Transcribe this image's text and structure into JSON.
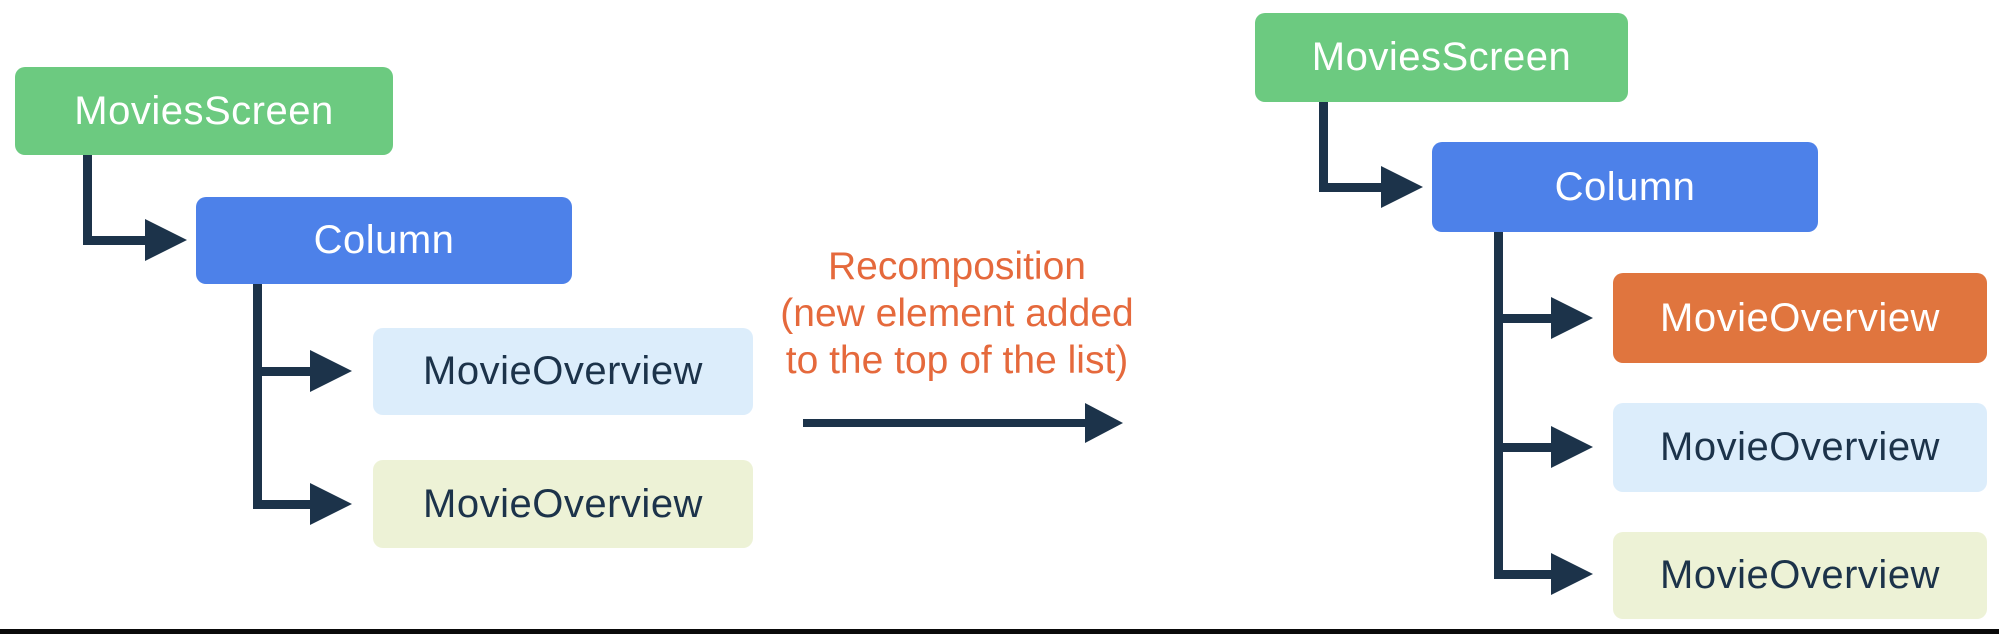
{
  "colors": {
    "green": "#6CCA80",
    "blue": "#4D81E9",
    "light_blue": "#DCEDFB",
    "light_yellow": "#EDF2D6",
    "orange": "#E0753E",
    "connector_navy": "#1C334A",
    "caption_orange": "#E5693C",
    "bottom_rule_black": "#0A0A0A"
  },
  "left_tree": {
    "root_label": "MoviesScreen",
    "column_label": "Column",
    "children": [
      {
        "label": "MovieOverview",
        "variant": "light-blue"
      },
      {
        "label": "MovieOverview",
        "variant": "light-yellow"
      }
    ]
  },
  "caption": {
    "line1": "Recomposition",
    "line2": "(new element added",
    "line3": "to the top of the list)"
  },
  "right_tree": {
    "root_label": "MoviesScreen",
    "column_label": "Column",
    "children": [
      {
        "label": "MovieOverview",
        "variant": "orange"
      },
      {
        "label": "MovieOverview",
        "variant": "light-blue"
      },
      {
        "label": "MovieOverview",
        "variant": "light-yellow"
      }
    ]
  }
}
